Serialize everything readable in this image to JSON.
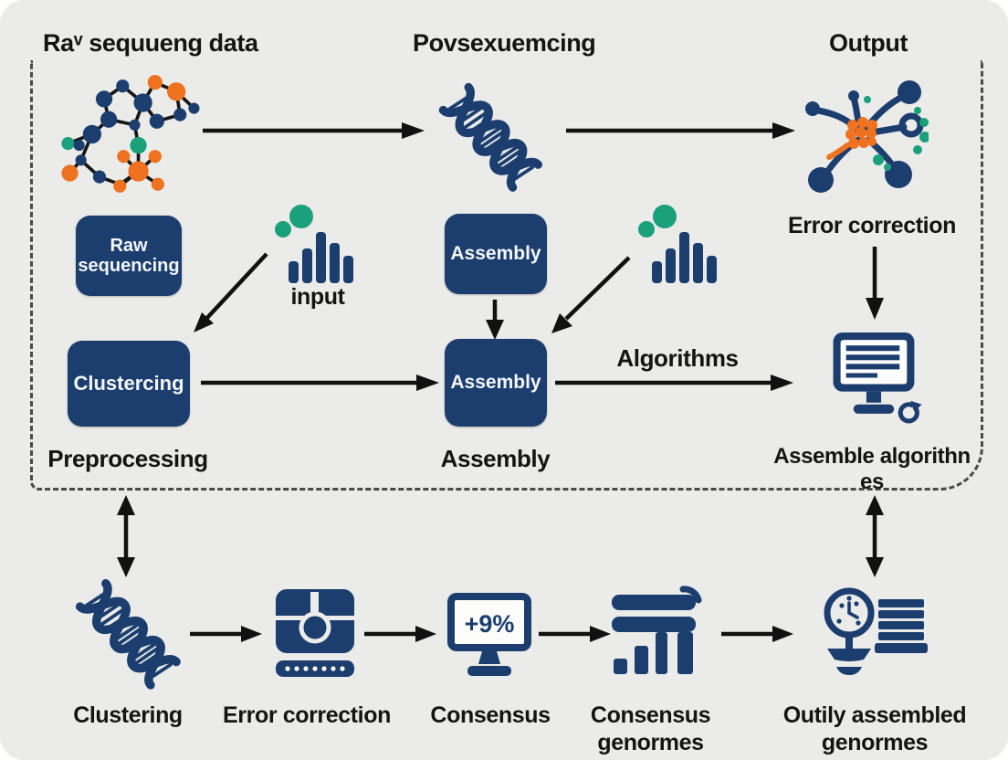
{
  "colors": {
    "background": "#ebebe9",
    "navy": "#1b3e6e",
    "orange": "#ee7220",
    "green": "#1aa17c",
    "ink": "#141414",
    "box_text": "#f3f6fa",
    "dash_border": "#4a4a4a",
    "arrow": "#111111"
  },
  "icons": {
    "molecule": "molecule-network-icon",
    "dna": "dna-helix-icon",
    "network_hub": "network-hub-icon",
    "bar_chart": "bar-chart-icon",
    "monitor_report": "monitor-report-icon",
    "refresh": "refresh-icon",
    "error_module": "error-correction-module-icon",
    "consensus_monitor": "consensus-monitor-icon",
    "genome_report": "genome-report-icon",
    "gauge": "gauge-dashboard-icon"
  },
  "top_section": {
    "heading_raw_data": "Raᵛ sequueng data",
    "heading_processing": "Povsexuemcing",
    "heading_output": "Output",
    "raw_sequencing_box": {
      "line1": "Raw",
      "line2": "sequencing"
    },
    "input_label": "input",
    "assembly_box_upper": "Assembly",
    "assembly_box_main": "Assembly",
    "clustering_box": "Clustercing",
    "error_correction_label": "Error correction",
    "algorithms_label": "Algorithms",
    "stage_preprocessing": "Preprocessing",
    "stage_assembly": "Assembly",
    "stage_assemble_algorithms": "Assemble algorithn es"
  },
  "bottom_row": {
    "steps": [
      {
        "label": "Clustering",
        "label2": ""
      },
      {
        "label": "Error correction",
        "label2": ""
      },
      {
        "label": "Consensus",
        "label2": "",
        "value": "+9%"
      },
      {
        "label": "Consensus",
        "label2": "genormes"
      },
      {
        "label": "Outily assembled",
        "label2": "genormes"
      }
    ]
  }
}
